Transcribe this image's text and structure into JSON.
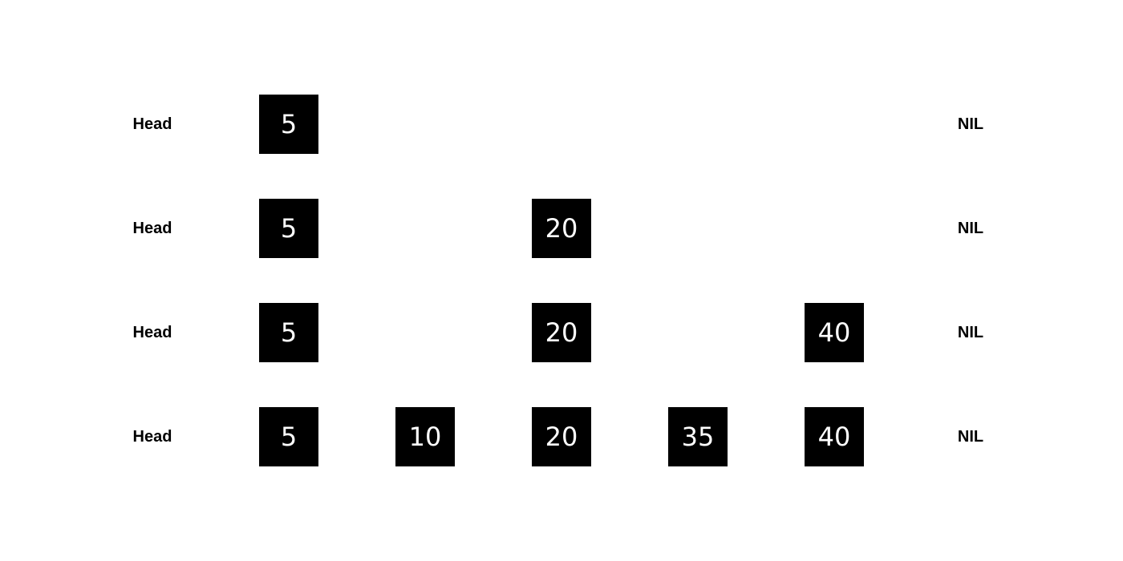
{
  "head_label": "Head",
  "nil_label": "NIL",
  "colors": {
    "background": "#ffffff",
    "node_fill": "#000000",
    "node_text": "#ffffff",
    "label_text": "#000000"
  },
  "levels": [
    {
      "nodes": [
        {
          "value": "5",
          "column": 0
        }
      ]
    },
    {
      "nodes": [
        {
          "value": "5",
          "column": 0
        },
        {
          "value": "20",
          "column": 2
        }
      ]
    },
    {
      "nodes": [
        {
          "value": "5",
          "column": 0
        },
        {
          "value": "20",
          "column": 2
        },
        {
          "value": "40",
          "column": 4
        }
      ]
    },
    {
      "nodes": [
        {
          "value": "5",
          "column": 0
        },
        {
          "value": "10",
          "column": 1
        },
        {
          "value": "20",
          "column": 2
        },
        {
          "value": "35",
          "column": 3
        },
        {
          "value": "40",
          "column": 4
        }
      ]
    }
  ]
}
